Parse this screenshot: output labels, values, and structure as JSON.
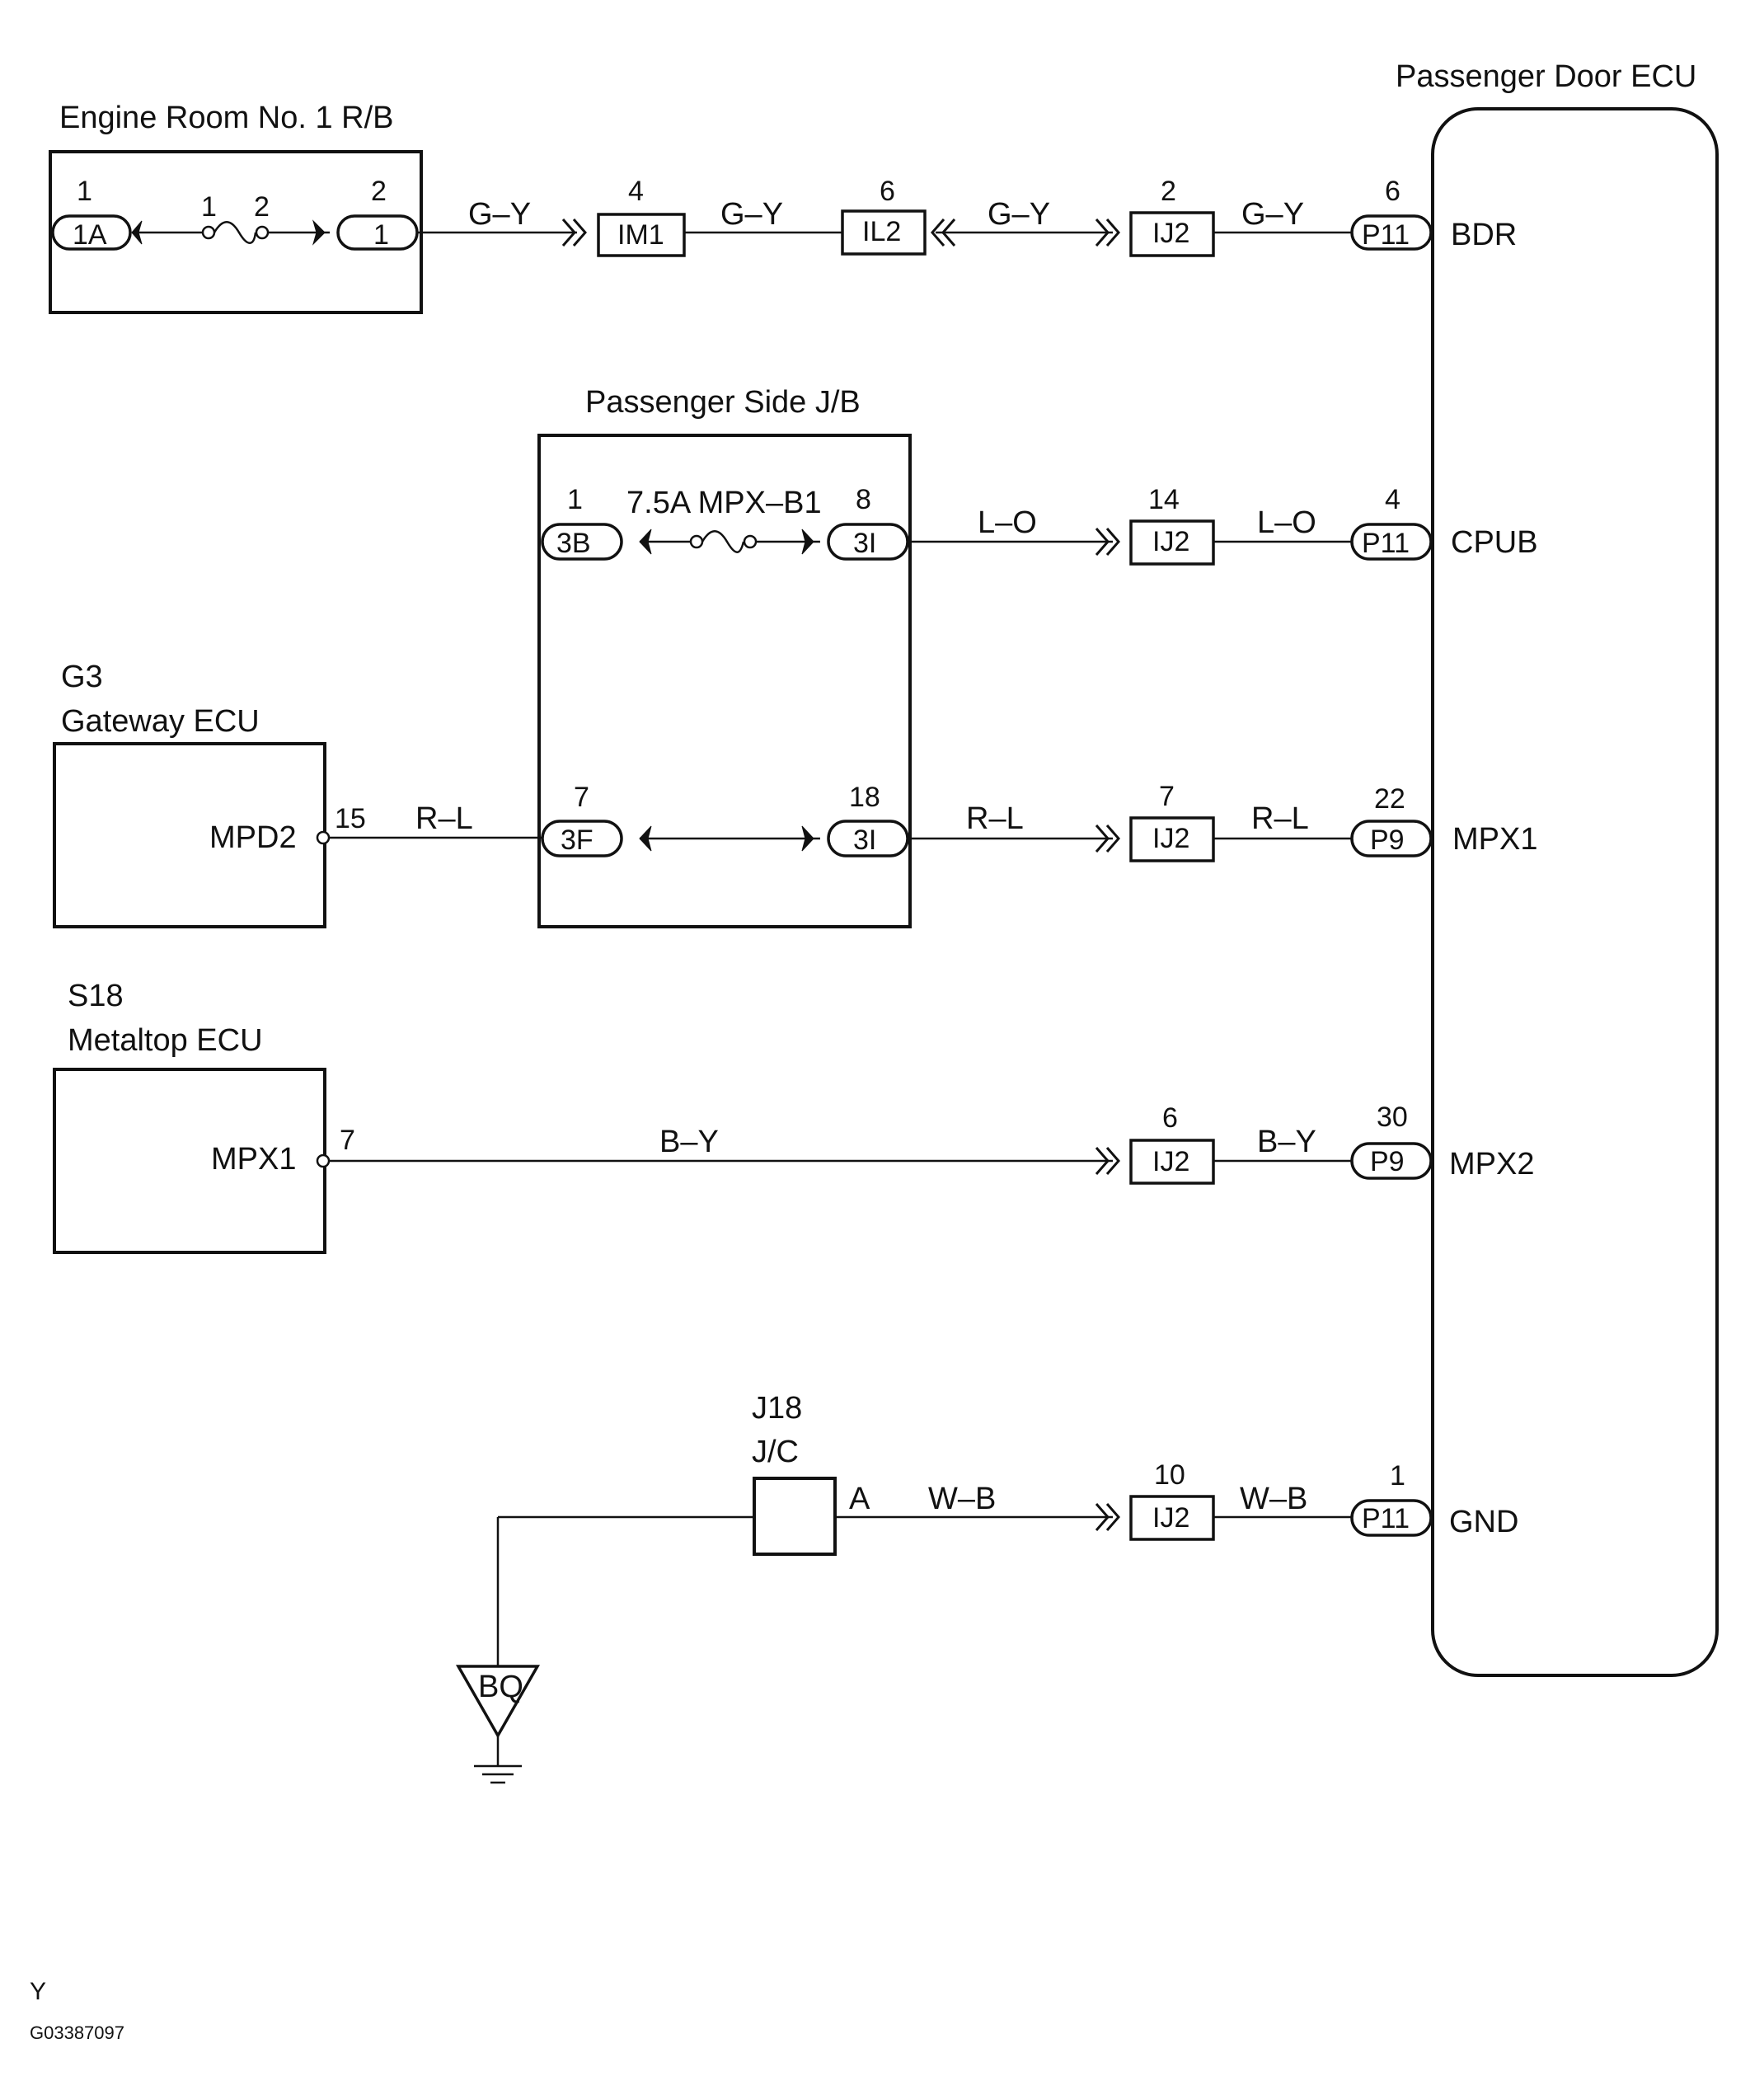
{
  "components": {
    "engine_room_rb": "Engine Room No. 1 R/B",
    "passenger_side_jb": "Passenger Side J/B",
    "gateway_id": "G3",
    "gateway_name": "Gateway ECU",
    "metaltop_id": "S18",
    "metaltop_name": "Metaltop ECU",
    "passenger_door_ecu": "Passenger Door ECU",
    "jc_id": "J18",
    "jc_name": "J/C",
    "ground_point": "BQ"
  },
  "fuses": {
    "rb_fuse_pin1": "1",
    "rb_fuse_pin2": "2",
    "jb_fuse_label": "7.5A MPX–B1"
  },
  "ecu_terminals": {
    "bdr": "BDR",
    "cpub": "CPUB",
    "mpx1": "MPX1",
    "mpx2": "MPX2",
    "gnd": "GND",
    "gateway_mpd2": "MPD2",
    "metaltop_mpx1": "MPX1",
    "jc_a": "A"
  },
  "connectors": {
    "rb_1a": "1A",
    "rb_1": "1",
    "im1": "IM1",
    "il2": "IL2",
    "ij2": "IJ2",
    "p11": "P11",
    "p9": "P9",
    "jb_3b": "3B",
    "jb_3i": "3I",
    "jb_3f": "3F"
  },
  "pins": {
    "rb_1a": "1",
    "rb_1": "2",
    "im1": "4",
    "il2": "6",
    "ij2_bdr": "2",
    "p11_bdr": "6",
    "jb_3b": "1",
    "jb_3i_top": "8",
    "ij2_cpub": "14",
    "p11_cpub": "4",
    "jb_3f": "7",
    "jb_3i_mid": "18",
    "ij2_mpx1": "7",
    "p9_mpx1": "22",
    "gateway_mpd2": "15",
    "metaltop_mpx1": "7",
    "ij2_mpx2": "6",
    "p9_mpx2": "30",
    "ij2_gnd": "10",
    "p11_gnd": "1"
  },
  "wire_colors": {
    "bdr_1": "G–Y",
    "bdr_2": "G–Y",
    "bdr_3": "G–Y",
    "bdr_4": "G–Y",
    "cpub_1": "L–O",
    "cpub_2": "L–O",
    "gateway_jb": "R–L",
    "mpx1_1": "R–L",
    "mpx1_2": "R–L",
    "mpx2_1": "B–Y",
    "mpx2_2": "B–Y",
    "gnd_1": "W–B",
    "gnd_2": "W–B"
  },
  "footer": {
    "letter": "Y",
    "code": "G03387097"
  }
}
